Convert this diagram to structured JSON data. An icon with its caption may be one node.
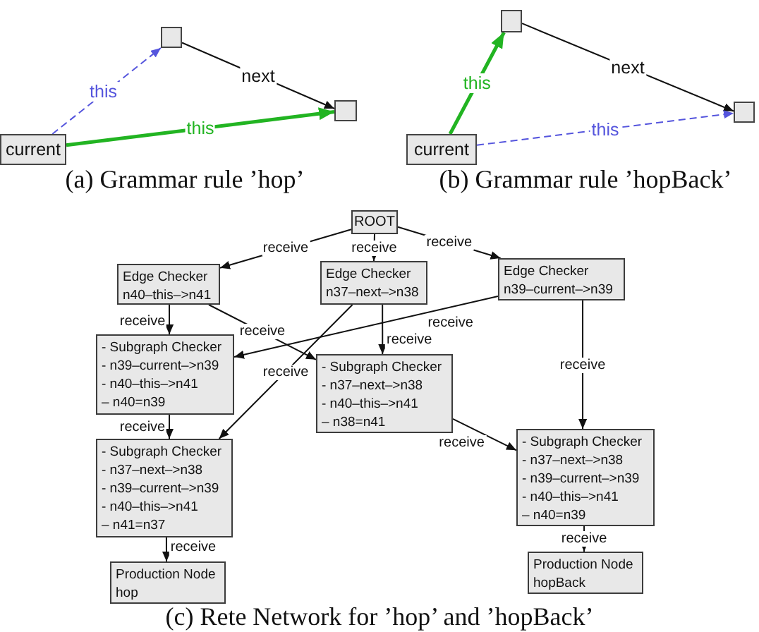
{
  "diagram": {
    "nodes": [
      {
        "text": [
          "current"
        ]
      },
      {
        "text": [],
        "shape": "box"
      },
      {
        "text": [],
        "shape": "box"
      },
      {
        "text": [
          "current"
        ]
      },
      {
        "text": [],
        "shape": "box"
      },
      {
        "text": [],
        "shape": "box"
      },
      {
        "text": [
          "ROOT"
        ]
      },
      {
        "text": [
          "Edge Checker",
          "n40–this–>n41"
        ]
      },
      {
        "text": [
          "Edge Checker",
          "n37–next–>n38"
        ]
      },
      {
        "text": [
          "Edge Checker",
          "n39–current–>n39"
        ]
      },
      {
        "text": [
          "- Subgraph Checker",
          "- n39–current–>n39",
          "- n40–this–>n41",
          "– n40=n39"
        ]
      },
      {
        "text": [
          "- Subgraph Checker",
          "- n37–next–>n38",
          "- n40–this–>n41",
          "– n38=n41"
        ]
      },
      {
        "text": [
          "- Subgraph Checker",
          "- n37–next–>n38",
          "- n39–current–>n39",
          "- n40–this–>n41",
          "– n41=n37"
        ]
      },
      {
        "text": [
          "- Subgraph Checker",
          "- n37–next–>n38",
          "- n39–current–>n39",
          "- n40–this–>n41",
          "– n40=n39"
        ]
      },
      {
        "text": [
          "Production Node",
          "hop"
        ]
      },
      {
        "text": [
          "Production Node",
          "hopBack"
        ]
      }
    ],
    "edges": [
      {
        "from": 0,
        "to": 1,
        "arrow": "to",
        "label": "this",
        "style": "dashed",
        "color": "#5555dd"
      },
      {
        "from": 1,
        "to": 2,
        "arrow": "to",
        "label": "next"
      },
      {
        "from": 0,
        "to": 2,
        "arrow": "to",
        "label": "this",
        "style": "thick",
        "color": "#22b422"
      },
      {
        "from": 3,
        "to": 4,
        "arrow": "to",
        "label": "this",
        "style": "thick",
        "color": "#22b422"
      },
      {
        "from": 4,
        "to": 5,
        "arrow": "to",
        "label": "next"
      },
      {
        "from": 3,
        "to": 5,
        "arrow": "to",
        "label": "this",
        "style": "dashed",
        "color": "#5555dd"
      },
      {
        "from": 6,
        "to": 7,
        "arrow": "to",
        "label": "receive"
      },
      {
        "from": 6,
        "to": 8,
        "arrow": "to",
        "label": "receive"
      },
      {
        "from": 6,
        "to": 9,
        "arrow": "to",
        "label": "receive"
      },
      {
        "from": 7,
        "to": 10,
        "arrow": "to",
        "label": "receive"
      },
      {
        "from": 7,
        "to": 11,
        "arrow": "to",
        "label": "receive"
      },
      {
        "from": 9,
        "to": 10,
        "arrow": "to",
        "label": "receive"
      },
      {
        "from": 8,
        "to": 11,
        "arrow": "to",
        "label": "receive"
      },
      {
        "from": 8,
        "to": 12,
        "arrow": "to",
        "label": "receive"
      },
      {
        "from": 10,
        "to": 12,
        "arrow": "to",
        "label": "receive"
      },
      {
        "from": 11,
        "to": 13,
        "arrow": "to",
        "label": "receive"
      },
      {
        "from": 9,
        "to": 13,
        "arrow": "to",
        "label": "receive"
      },
      {
        "from": 12,
        "to": 14,
        "arrow": "to",
        "label": "receive"
      },
      {
        "from": 13,
        "to": 15,
        "arrow": "to",
        "label": "receive"
      }
    ],
    "labels": [
      "(a) Grammar rule ’hop’",
      "(b) Grammar rule ’hopBack’",
      "(c) Rete Network for ’hop’ and ’hopBack’"
    ]
  }
}
